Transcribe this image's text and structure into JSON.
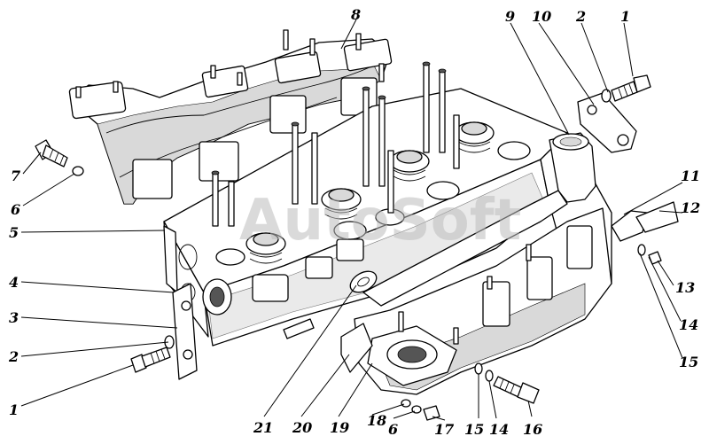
{
  "watermark": "AutoSoft",
  "callouts": {
    "left_1": "1",
    "left_2": "2",
    "left_3": "3",
    "left_4": "4",
    "left_5": "5",
    "left_6": "6",
    "left_7": "7",
    "top_8": "8",
    "top_9": "9",
    "top_10": "10",
    "top_2": "2",
    "top_1": "1",
    "right_11": "11",
    "right_12": "12",
    "right_13": "13",
    "right_14": "14",
    "right_15": "15",
    "bot_21": "21",
    "bot_20": "20",
    "bot_19": "19",
    "bot_18": "18",
    "bot_6": "6",
    "bot_17": "17",
    "bot_15": "15",
    "bot_14": "14",
    "bot_16": "16"
  }
}
